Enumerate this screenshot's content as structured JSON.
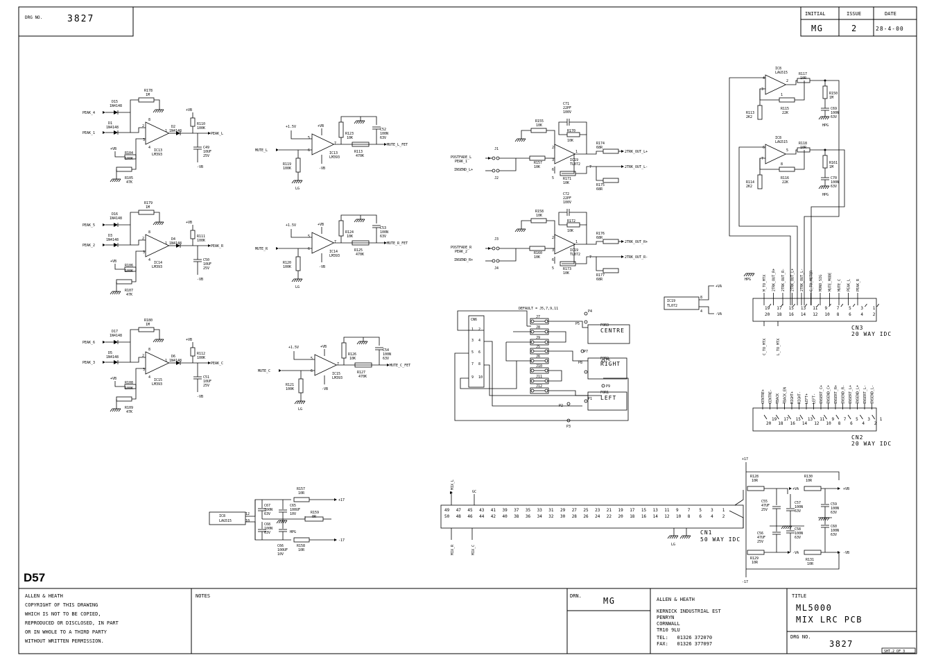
{
  "header": {
    "drg_label": "DRG NO.",
    "drg_value": "3827",
    "col_initial": "INITIAL",
    "col_issue": "ISSUE",
    "col_date": "DATE",
    "val_initial": "MG",
    "val_issue": "2",
    "val_date": "28-4-00"
  },
  "sheet_id": "D57",
  "footer": {
    "copyright": [
      "ALLEN & HEATH",
      "COPYRIGHT OF THIS DRAWING",
      "WHICH IS NOT TO BE COPIED,",
      "REPRODUCED OR DISCLOSED, IN PART",
      "OR IN WHOLE TO A THIRD PARTY",
      "WITHOUT WRITTEN PERMISSION."
    ],
    "notes_label": "NOTES",
    "drn_label": "DRN.",
    "drn_value": "MG",
    "company": "ALLEN & HEATH",
    "address": [
      "KERNICK INDUSTRIAL EST",
      "PENRYN",
      "CORNWALL",
      "TR10 9LU"
    ],
    "tel": "TEL:   01326 372070",
    "fax": "FAX:   01326 377097",
    "title_label": "TITLE",
    "title_1": "ML5000",
    "title_2": "MIX LRC PCB",
    "drg_label": "DRG NO.",
    "drg_value": "3827",
    "sheet": "SHT.2 OF 3"
  },
  "peak": [
    {
      "in1": "PEAK_4",
      "in2": "PEAK_1",
      "d1": "D15",
      "d1v": "1N4148",
      "d2": "D1",
      "d2v": "1N4148",
      "r1": "R178",
      "r1v": "1M",
      "ic": "IC13",
      "icv": "LM393",
      "d3": "D2",
      "d3v": "1N4148",
      "r2": "R110",
      "r2v": "100K",
      "c": "C49",
      "cv": "10UF",
      "cv2": "25V",
      "r3": "R104",
      "r3v": "100K",
      "r4": "R105",
      "r4v": "47K",
      "out": "PEAK_L",
      "vb": "+VB",
      "vb2": "+VB",
      "nvb": "-VB",
      "pin2": "2",
      "pin1": "1",
      "pin3": "3",
      "pin4": "4",
      "pin8": "8"
    },
    {
      "in1": "PEAK_5",
      "in2": "PEAK_2",
      "d1": "D16",
      "d1v": "1N4148",
      "d2": "D3",
      "d2v": "1N4148",
      "r1": "R179",
      "r1v": "1M",
      "ic": "IC14",
      "icv": "LM393",
      "d3": "D4",
      "d3v": "1N4148",
      "r2": "R111",
      "r2v": "100K",
      "c": "C50",
      "cv": "10UF",
      "cv2": "25V",
      "r3": "R106",
      "r3v": "100K",
      "r4": "R107",
      "r4v": "47K",
      "out": "PEAK_R",
      "vb": "+VB",
      "vb2": "+VB",
      "nvb": "-VB",
      "pin2": "2",
      "pin1": "1",
      "pin3": "3",
      "pin4": "4",
      "pin8": "8"
    },
    {
      "in1": "PEAK_6",
      "in2": "PEAK_3",
      "d1": "D17",
      "d1v": "1N4148",
      "d2": "D5",
      "d2v": "1N4148",
      "r1": "R180",
      "r1v": "1M",
      "ic": "IC15",
      "icv": "LM393",
      "d3": "D6",
      "d3v": "1N4148",
      "r2": "R112",
      "r2v": "100K",
      "c": "C51",
      "cv": "10UF",
      "cv2": "25V",
      "r3": "R108",
      "r3v": "100K",
      "r4": "R109",
      "r4v": "47K",
      "out": "PEAK_C",
      "vb": "+VB",
      "vb2": "+VB",
      "nvb": "-VB",
      "pin2": "2",
      "pin1": "1",
      "pin3": "3",
      "pin4": "4",
      "pin8": "8"
    }
  ],
  "mute": [
    {
      "in": "MUTE_L",
      "ic": "IC13",
      "icv": "LM393",
      "r1": "R123",
      "r1v": "10K",
      "c": "C52",
      "cv": "100N",
      "cv2": "63V",
      "r2": "R113",
      "r2v": "470K",
      "r3": "R119",
      "r3v": "100K",
      "out": "MUTE_L_FET",
      "v15": "+1.5V",
      "vb": "+VB",
      "nvb": "-VB",
      "gnd": "LG",
      "p5": "5",
      "p6": "6",
      "p7": "7"
    },
    {
      "in": "MUTE_R",
      "ic": "IC14",
      "icv": "LM393",
      "r1": "R124",
      "r1v": "10K",
      "c": "C53",
      "cv": "100N",
      "cv2": "63V",
      "r2": "R125",
      "r2v": "470K",
      "r3": "R120",
      "r3v": "100K",
      "out": "MUTE_R_FET",
      "v15": "+1.5V",
      "vb": "+VB",
      "nvb": "-VB",
      "gnd": "LG",
      "p5": "5",
      "p6": "6",
      "p7": "7"
    },
    {
      "in": "MUTE_C",
      "ic": "IC15",
      "icv": "LM393",
      "r1": "R126",
      "r1v": "10K",
      "c": "C54",
      "cv": "100N",
      "cv2": "63V",
      "r2": "R127",
      "r2v": "470K",
      "r3": "R121",
      "r3v": "100K",
      "out": "MUTE_C_FET",
      "v15": "+1.5V",
      "vb": "+VB",
      "nvb": "-VB",
      "gnd": "LG",
      "p5": "5",
      "p6": "6",
      "p7": "7"
    }
  ],
  "trk": [
    {
      "pf": "POSTFADE_L",
      "ins": "INSEND_L+",
      "peak": "PEAK_1",
      "j1": "J1",
      "j2": "J2",
      "c": "C71",
      "cv": "22PF",
      "cv2": "100V",
      "r1": "R155",
      "r1v": "10K",
      "r2": "R170",
      "r2v": "10K",
      "r3": "R157",
      "r3v": "10K",
      "r4": "R171",
      "r4v": "10K",
      "r5": "R174",
      "r5v": "68R",
      "r6": "R175",
      "r6v": "68R",
      "ic": "IC19",
      "icv": "TL072",
      "o1": "2TRK_OUT_L+",
      "o2": "2TRK_OUT_L-",
      "p2": "2",
      "p3": "3",
      "p1": "1",
      "p6": "6",
      "p5": "5",
      "p7": "7"
    },
    {
      "pf": "POSTFADE_R",
      "ins": "INSEND_R+",
      "peak": "PEAK_2",
      "j1": "J3",
      "j2": "J4",
      "c": "C72",
      "cv": "22PF",
      "cv2": "100V",
      "r1": "R158",
      "r1v": "10K",
      "r2": "R172",
      "r2v": "10K",
      "r3": "R160",
      "r3v": "10K",
      "r4": "R173",
      "r4v": "10K",
      "r5": "R176",
      "r5v": "68R",
      "r6": "R177",
      "r6v": "68R",
      "ic": "IC19",
      "icv": "TL072",
      "o1": "2TRK_OUT_R+",
      "o2": "2TRK_OUT_R-",
      "p2": "2",
      "p3": "3",
      "p1": "1",
      "p6": "6",
      "p5": "5",
      "p7": "7"
    }
  ],
  "lag": [
    {
      "ic": "IC8",
      "icv": "LAG515",
      "r1": "R117",
      "r1v": "10R",
      "r2": "R150",
      "r2v": "1M",
      "r3": "R115",
      "r3v": "22K",
      "r4": "R113",
      "r4v": "2K2",
      "c": "C69",
      "cv": "100N",
      "cv2": "63V",
      "gnd": "HPG",
      "p4": "4",
      "p3": "3",
      "p2": "2",
      "p1": "1"
    },
    {
      "ic": "IC8",
      "icv": "LAG515",
      "r1": "R118",
      "r1v": "10R",
      "r2": "R161",
      "r2v": "1M",
      "r3": "R116",
      "r3v": "22K",
      "r4": "R114",
      "r4v": "2K2",
      "c": "C70",
      "cv": "100N",
      "cv2": "63V",
      "gnd": "HPG",
      "p4": "6",
      "p3": "7",
      "p2": "5",
      "p1": "8"
    }
  ],
  "ic19": {
    "name": "IC19",
    "val": "TL072",
    "va": "+VA",
    "nva": "-VA",
    "p8": "8",
    "p4": "4"
  },
  "cn3": {
    "pins_top": [
      "19",
      "17",
      "15",
      "13",
      "11",
      "9",
      "7",
      "5",
      "3",
      "1"
    ],
    "pins_bot": [
      "20",
      "18",
      "16",
      "14",
      "12",
      "10",
      "8",
      "6",
      "4",
      "2"
    ],
    "sig_top": [
      "M_TO_MTX",
      "2TRK_OUT_R+",
      "2TRK_OUT_R-",
      "2TRK_OUT_L+",
      "2TRK_OUT_L-",
      "C_TO_METER",
      "MONO_SIG",
      "MUTE_MODE",
      "MUTE_C",
      "PEAK_L",
      "PEAK_R"
    ],
    "sig_bot": [
      "C_TO_MTX",
      "L_TO_MTX"
    ],
    "gnd": "HPG",
    "name": "CN3",
    "desc": "20 WAY IDC"
  },
  "cn2": {
    "pins": [
      "20",
      "18",
      "16",
      "14",
      "12",
      "10",
      "8",
      "6",
      "4",
      "2"
    ],
    "pins2": [
      "19",
      "17",
      "15",
      "13",
      "11",
      "9",
      "7",
      "5",
      "3",
      "1"
    ],
    "sig": [
      "CENTRE+",
      "CENTRE-",
      "TBACK",
      "TBACK_EN",
      "RIGHT+",
      "RIGHT-",
      "LEFT+",
      "LEFT-",
      "INSERT_C+",
      "INSEND_C+",
      "INSERT_R+",
      "INSEND_R-",
      "INSERT_L+",
      "INSEND_L+",
      "INSERT_L-",
      "INSEND_L-"
    ],
    "name": "CN2",
    "desc": "20 WAY IDC"
  },
  "cn6": {
    "name": "CN6",
    "default": "DEFAULT = J5,7,9,11",
    "pins": [
      "1",
      "2",
      "3",
      "4",
      "5",
      "6",
      "7",
      "8",
      "9",
      "10"
    ],
    "j": [
      "J7",
      "J8",
      "J9",
      "J5",
      "J6",
      "J10",
      "J11",
      "J12"
    ],
    "fors": [
      "FOR3",
      "FOR2",
      "FOR1"
    ],
    "names": [
      "CENTRE",
      "RIGHT",
      "LEFT"
    ],
    "p": [
      "P4",
      "P5",
      "P6",
      "P7",
      "P8",
      "P9",
      "P1",
      "P2",
      "P3"
    ]
  },
  "power": {
    "ic": "IC8",
    "icv": "LAG515",
    "r1": "R157",
    "r1v": "10R",
    "r2": "R159",
    "r2v": "0R",
    "r3": "R158",
    "r3v": "10R",
    "c1": "C67",
    "c1v": "100N",
    "c1v2": "63V",
    "c2": "C65",
    "c2v": "100UF",
    "c2v2": "10V",
    "c3": "C68",
    "c3v": "100N",
    "c3v2": "63V",
    "c4": "C66",
    "c4v": "100UF",
    "c4v2": "10V",
    "p17": "+17",
    "n17": "-17",
    "gnd": "HPG",
    "p12": "12",
    "p10": "10"
  },
  "cn1": {
    "top": [
      "49",
      "47",
      "45",
      "43",
      "41",
      "39",
      "37",
      "35",
      "33",
      "31",
      "29",
      "27",
      "25",
      "23",
      "21",
      "19",
      "17",
      "15",
      "13",
      "11",
      "9",
      "7",
      "5",
      "3",
      "1"
    ],
    "bot": [
      "50",
      "48",
      "46",
      "44",
      "42",
      "40",
      "38",
      "36",
      "34",
      "32",
      "30",
      "28",
      "26",
      "24",
      "22",
      "20",
      "18",
      "16",
      "14",
      "12",
      "10",
      "8",
      "6",
      "4",
      "2"
    ],
    "mix_l": "MIX_L",
    "mix_r": "MIX_R",
    "mix_c": "MIX_C",
    "gc": "GC",
    "gnd": "LG",
    "name": "CN1",
    "desc": "50 WAY IDC"
  },
  "supply": {
    "p17": "+17",
    "n17": "-17",
    "r1": "R128",
    "r1v": "10R",
    "r2": "R130",
    "r2v": "10R",
    "r3": "R129",
    "r3v": "10R",
    "r4": "R131",
    "r4v": "10R",
    "c1": "C55",
    "c1v": "47UF",
    "c1v2": "25V",
    "c2": "C57",
    "c2v": "100N",
    "c2v2": "63V",
    "c3": "C56",
    "c3v": "47UF",
    "c3v2": "25V",
    "c4": "C58",
    "c4v": "100N",
    "c4v2": "63V",
    "c5": "C59",
    "c5v": "100N",
    "c5v2": "63V",
    "c6": "C60",
    "c6v": "100N",
    "c6v2": "63V",
    "va": "+VA",
    "nva": "-VA",
    "vb": "+VB",
    "nvb": "-VB"
  }
}
